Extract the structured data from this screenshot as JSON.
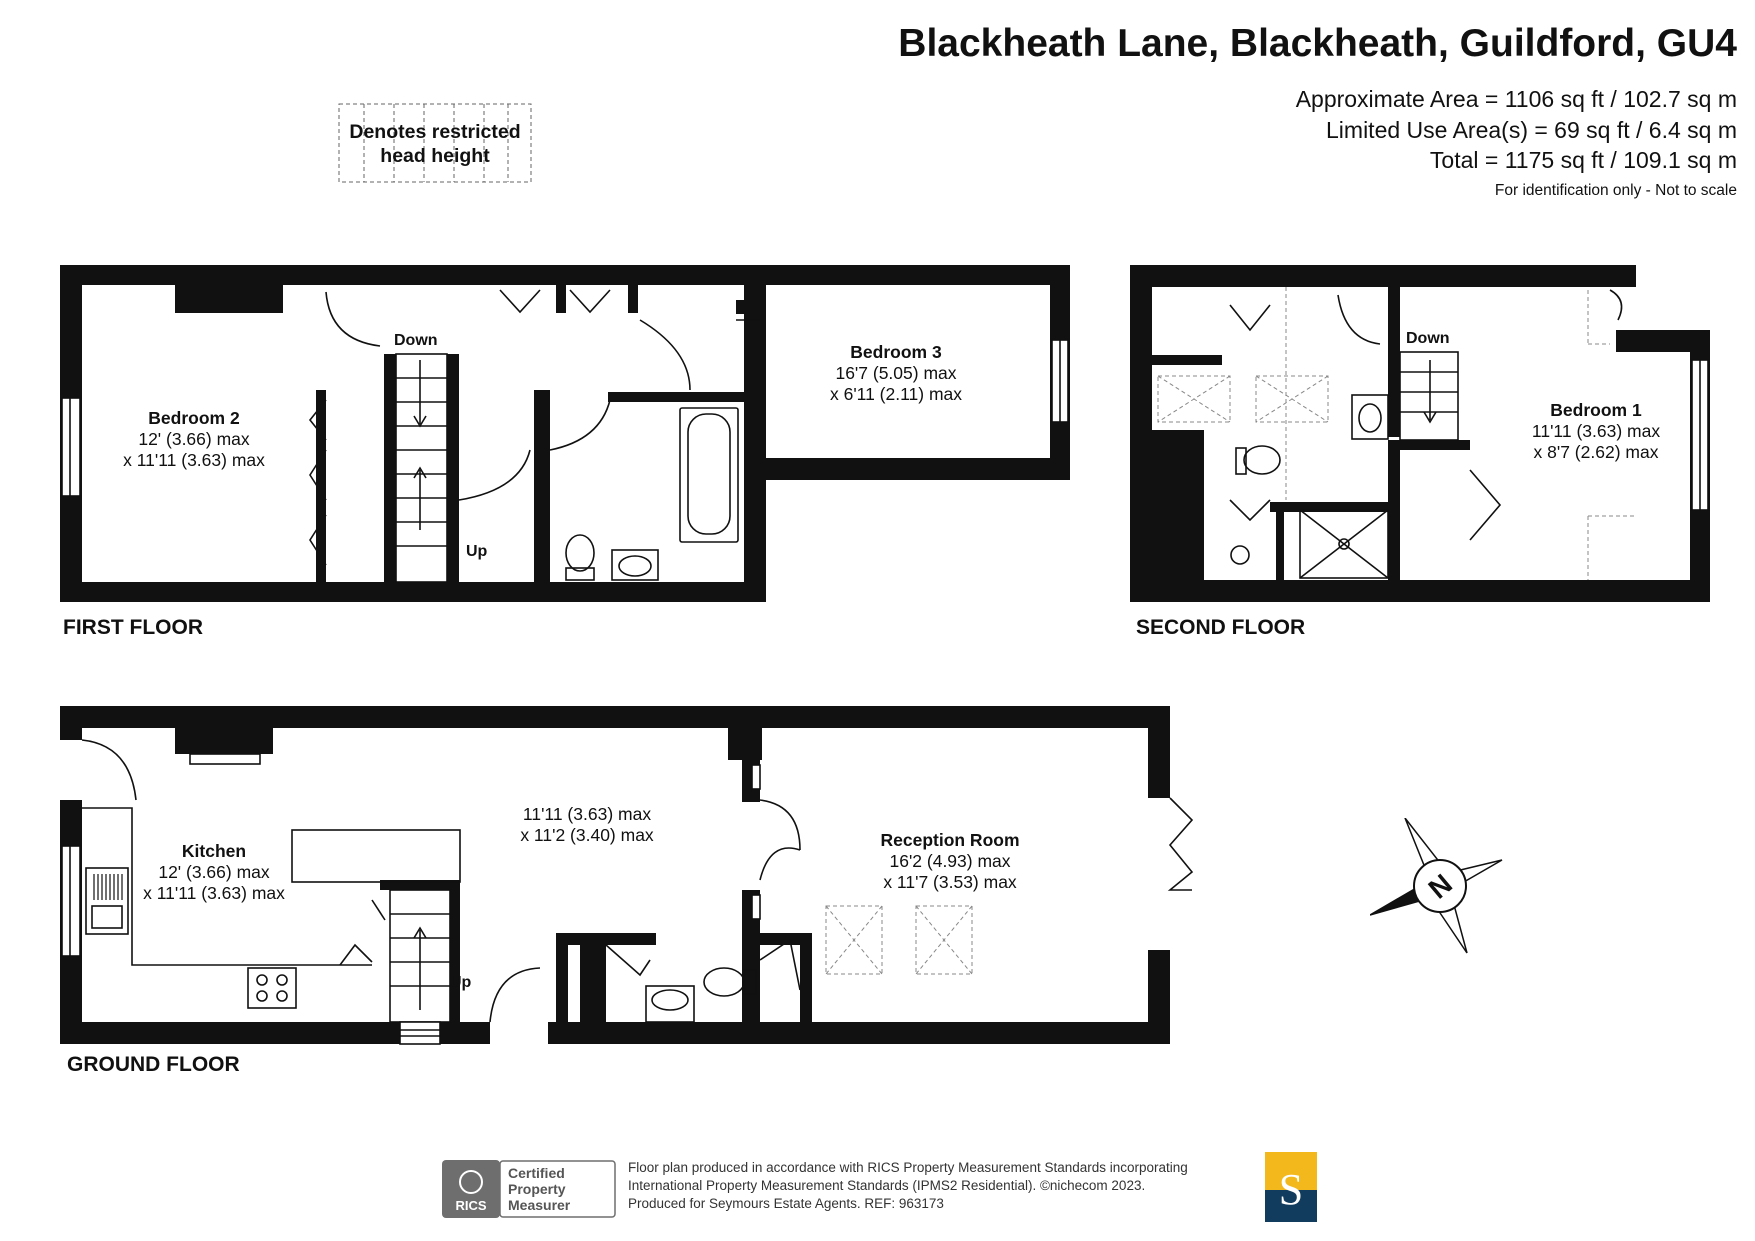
{
  "header": {
    "title": "Blackheath Lane, Blackheath, Guildford, GU4",
    "approximate_area": "Approximate Area = 1106 sq ft / 102.7 sq m",
    "limited_use_area": "Limited Use Area(s) = 69 sq ft / 6.4 sq m",
    "total": "Total = 1175 sq ft / 109.1 sq m",
    "disclaimer": "For identification only - Not to scale"
  },
  "legend": {
    "line1": "Denotes restricted",
    "line2": "head height"
  },
  "floors": {
    "first": {
      "label": "FIRST FLOOR",
      "bedroom2": {
        "name": "Bedroom 2",
        "dim1": "12' (3.66) max",
        "dim2": "x 11'11 (3.63) max"
      },
      "bedroom3": {
        "name": "Bedroom 3",
        "dim1": "16'7 (5.05) max",
        "dim2": "x 6'11 (2.11) max"
      },
      "stairs_down": "Down",
      "stairs_up": "Up"
    },
    "second": {
      "label": "SECOND FLOOR",
      "bedroom1": {
        "name": "Bedroom 1",
        "dim1": "11'11 (3.63) max",
        "dim2": "x 8'7 (2.62) max"
      },
      "stairs_down": "Down"
    },
    "ground": {
      "label": "GROUND FLOOR",
      "kitchen": {
        "name": "Kitchen",
        "dim1": "12' (3.66) max",
        "dim2": "x 11'11 (3.63) max"
      },
      "dining": {
        "dim1": "11'11 (3.63) max",
        "dim2": "x 11'2 (3.40) max"
      },
      "reception": {
        "name": "Reception Room",
        "dim1": "16'2 (4.93) max",
        "dim2": "x 11'7 (3.53) max"
      },
      "stairs_up": "Up"
    }
  },
  "compass": {
    "letter": "N"
  },
  "footer": {
    "line1": "Floor plan produced in accordance with RICS Property Measurement Standards incorporating",
    "line2": "International Property Measurement Standards (IPMS2 Residential).  ©nichecom 2023.",
    "line3": "Produced for Seymours Estate Agents.   REF:  963173",
    "rics_badge": "RICS",
    "rics_line1": "Certified",
    "rics_line2": "Property",
    "rics_line3": "Measurer",
    "agent_letter": "S"
  },
  "colors": {
    "wall": "#111111",
    "agent_gold": "#F2B81C",
    "agent_navy": "#123C5E",
    "rics_grey": "#6E6E6E"
  }
}
